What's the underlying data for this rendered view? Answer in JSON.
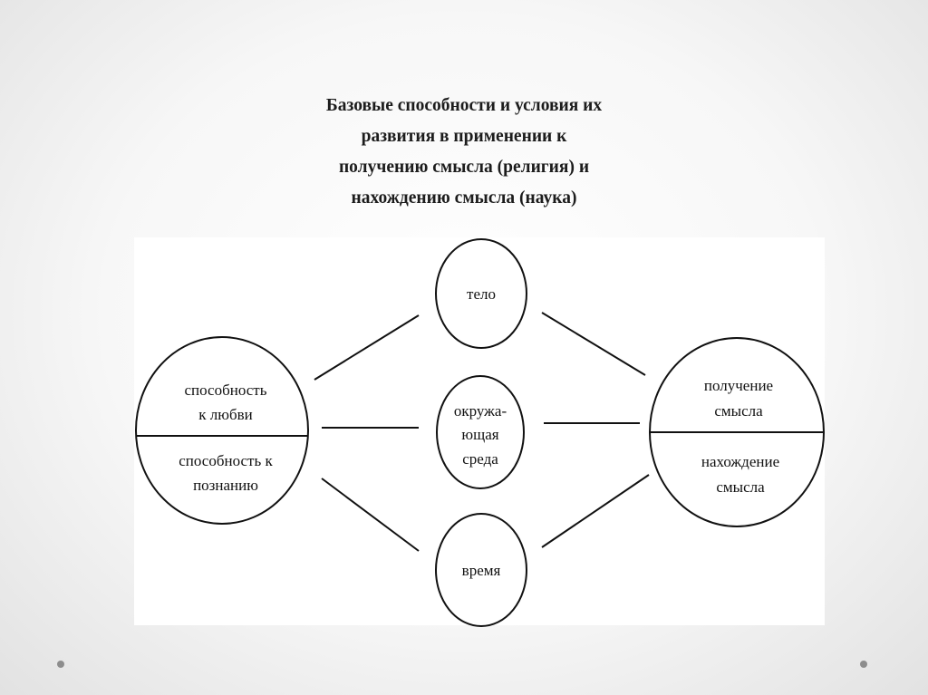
{
  "title": [
    "Базовые способности и условия их",
    "развития в применении к",
    "получению смысла (религия) и",
    "нахождению смысла (наука)"
  ],
  "left_circle": {
    "top": [
      "способность",
      "к любви"
    ],
    "bottom": [
      "способность к",
      "познанию"
    ]
  },
  "middle_circles": {
    "top": [
      "тело"
    ],
    "middle": [
      "окружа-",
      "ющая",
      "среда"
    ],
    "bottom": [
      "время"
    ]
  },
  "right_circle": {
    "top": [
      "получение",
      "смысла"
    ],
    "bottom": [
      "нахождение",
      "смысла"
    ]
  }
}
